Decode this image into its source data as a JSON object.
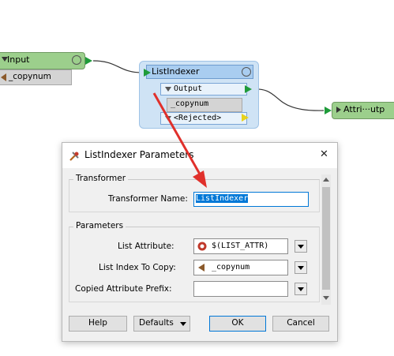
{
  "canvas": {
    "input_node": {
      "title": "Input",
      "attribute": "_copynum"
    },
    "listindexer_node": {
      "title": "ListIndexer",
      "output_port": "Output",
      "output_attribute": "_copynum",
      "rejected_port": "<Rejected>"
    },
    "attr_node": {
      "title": "Attri···utp"
    }
  },
  "dialog": {
    "title": "ListIndexer Parameters",
    "close_glyph": "✕",
    "transformer_group": {
      "legend": "Transformer",
      "name_label": "Transformer Name:",
      "name_value": "ListIndexer"
    },
    "parameters_group": {
      "legend": "Parameters",
      "list_attribute_label": "List Attribute:",
      "list_attribute_value": "$(LIST_ATTR)",
      "list_index_label": "List Index To Copy:",
      "list_index_value": "_copynum",
      "prefix_label": "Copied Attribute Prefix:",
      "prefix_value": ""
    },
    "buttons": {
      "help": "Help",
      "defaults": "Defaults",
      "ok": "OK",
      "cancel": "Cancel"
    }
  },
  "colors": {
    "node_green": "#9ccf8c",
    "node_blue": "#cfe3f5",
    "port_green": "#1f9b3a",
    "port_yellow": "#e7d21c",
    "annotation_arrow": "#e0302b",
    "selection": "#0078d7"
  },
  "icons": [
    "gear-icon",
    "attribute-icon",
    "parameter-icon",
    "transformer-icon",
    "close-icon",
    "dropdown-arrow-icon"
  ]
}
